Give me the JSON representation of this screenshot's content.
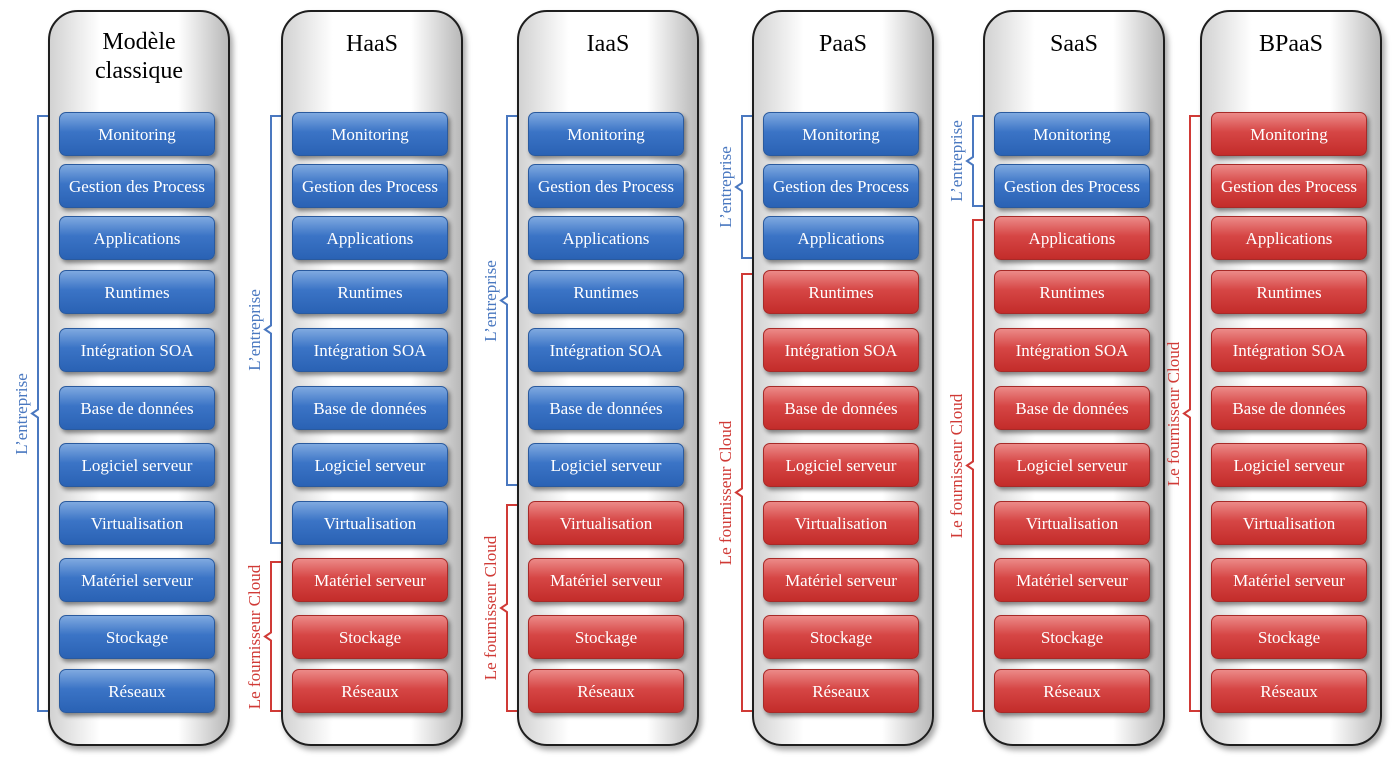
{
  "colors": {
    "enterprise": "#4a78c0",
    "provider": "#d03a36",
    "box_blue": "#3b74c6",
    "box_red": "#d64645"
  },
  "columns": [
    {
      "title": "Modèle\nclassique",
      "layers": [
        {
          "label": "Monitoring",
          "owner": "enterprise"
        },
        {
          "label": "Gestion des Process",
          "owner": "enterprise"
        },
        {
          "label": "Applications",
          "owner": "enterprise"
        },
        {
          "label": "Runtimes",
          "owner": "enterprise"
        },
        {
          "label": "Intégration SOA",
          "owner": "enterprise"
        },
        {
          "label": "Base de données",
          "owner": "enterprise"
        },
        {
          "label": "Logiciel serveur",
          "owner": "enterprise"
        },
        {
          "label": "Virtualisation",
          "owner": "enterprise"
        },
        {
          "label": "Matériel serveur",
          "owner": "enterprise"
        },
        {
          "label": "Stockage",
          "owner": "enterprise"
        },
        {
          "label": "Réseaux",
          "owner": "enterprise"
        }
      ],
      "brackets": [
        {
          "label": "L’entreprise",
          "owner": "enterprise"
        }
      ]
    },
    {
      "title": "HaaS",
      "layers": [
        {
          "label": "Monitoring",
          "owner": "enterprise"
        },
        {
          "label": "Gestion des Process",
          "owner": "enterprise"
        },
        {
          "label": "Applications",
          "owner": "enterprise"
        },
        {
          "label": "Runtimes",
          "owner": "enterprise"
        },
        {
          "label": "Intégration SOA",
          "owner": "enterprise"
        },
        {
          "label": "Base de données",
          "owner": "enterprise"
        },
        {
          "label": "Logiciel serveur",
          "owner": "enterprise"
        },
        {
          "label": "Virtualisation",
          "owner": "enterprise"
        },
        {
          "label": "Matériel serveur",
          "owner": "provider"
        },
        {
          "label": "Stockage",
          "owner": "provider"
        },
        {
          "label": "Réseaux",
          "owner": "provider"
        }
      ],
      "brackets": [
        {
          "label": "L’entreprise",
          "owner": "enterprise"
        },
        {
          "label": "Le fournisseur Cloud",
          "owner": "provider"
        }
      ]
    },
    {
      "title": "IaaS",
      "layers": [
        {
          "label": "Monitoring",
          "owner": "enterprise"
        },
        {
          "label": "Gestion des Process",
          "owner": "enterprise"
        },
        {
          "label": "Applications",
          "owner": "enterprise"
        },
        {
          "label": "Runtimes",
          "owner": "enterprise"
        },
        {
          "label": "Intégration SOA",
          "owner": "enterprise"
        },
        {
          "label": "Base de données",
          "owner": "enterprise"
        },
        {
          "label": "Logiciel serveur",
          "owner": "enterprise"
        },
        {
          "label": "Virtualisation",
          "owner": "provider"
        },
        {
          "label": "Matériel serveur",
          "owner": "provider"
        },
        {
          "label": "Stockage",
          "owner": "provider"
        },
        {
          "label": "Réseaux",
          "owner": "provider"
        }
      ],
      "brackets": [
        {
          "label": "L’entreprise",
          "owner": "enterprise"
        },
        {
          "label": "Le fournisseur Cloud",
          "owner": "provider"
        }
      ]
    },
    {
      "title": "PaaS",
      "layers": [
        {
          "label": "Monitoring",
          "owner": "enterprise"
        },
        {
          "label": "Gestion des Process",
          "owner": "enterprise"
        },
        {
          "label": "Applications",
          "owner": "enterprise"
        },
        {
          "label": "Runtimes",
          "owner": "provider"
        },
        {
          "label": "Intégration SOA",
          "owner": "provider"
        },
        {
          "label": "Base de données",
          "owner": "provider"
        },
        {
          "label": "Logiciel serveur",
          "owner": "provider"
        },
        {
          "label": "Virtualisation",
          "owner": "provider"
        },
        {
          "label": "Matériel serveur",
          "owner": "provider"
        },
        {
          "label": "Stockage",
          "owner": "provider"
        },
        {
          "label": "Réseaux",
          "owner": "provider"
        }
      ],
      "brackets": [
        {
          "label": "L’entreprise",
          "owner": "enterprise"
        },
        {
          "label": "Le fournisseur Cloud",
          "owner": "provider"
        }
      ]
    },
    {
      "title": "SaaS",
      "layers": [
        {
          "label": "Monitoring",
          "owner": "enterprise"
        },
        {
          "label": "Gestion des Process",
          "owner": "enterprise"
        },
        {
          "label": "Applications",
          "owner": "provider"
        },
        {
          "label": "Runtimes",
          "owner": "provider"
        },
        {
          "label": "Intégration SOA",
          "owner": "provider"
        },
        {
          "label": "Base de données",
          "owner": "provider"
        },
        {
          "label": "Logiciel serveur",
          "owner": "provider"
        },
        {
          "label": "Virtualisation",
          "owner": "provider"
        },
        {
          "label": "Matériel serveur",
          "owner": "provider"
        },
        {
          "label": "Stockage",
          "owner": "provider"
        },
        {
          "label": "Réseaux",
          "owner": "provider"
        }
      ],
      "brackets": [
        {
          "label": "L’entreprise",
          "owner": "enterprise"
        },
        {
          "label": "Le fournisseur Cloud",
          "owner": "provider"
        }
      ]
    },
    {
      "title": "BPaaS",
      "layers": [
        {
          "label": "Monitoring",
          "owner": "provider"
        },
        {
          "label": "Gestion des Process",
          "owner": "provider"
        },
        {
          "label": "Applications",
          "owner": "provider"
        },
        {
          "label": "Runtimes",
          "owner": "provider"
        },
        {
          "label": "Intégration SOA",
          "owner": "provider"
        },
        {
          "label": "Base de données",
          "owner": "provider"
        },
        {
          "label": "Logiciel serveur",
          "owner": "provider"
        },
        {
          "label": "Virtualisation",
          "owner": "provider"
        },
        {
          "label": "Matériel serveur",
          "owner": "provider"
        },
        {
          "label": "Stockage",
          "owner": "provider"
        },
        {
          "label": "Réseaux",
          "owner": "provider"
        }
      ],
      "brackets": [
        {
          "label": "Le fournisseur Cloud",
          "owner": "provider"
        }
      ]
    }
  ]
}
